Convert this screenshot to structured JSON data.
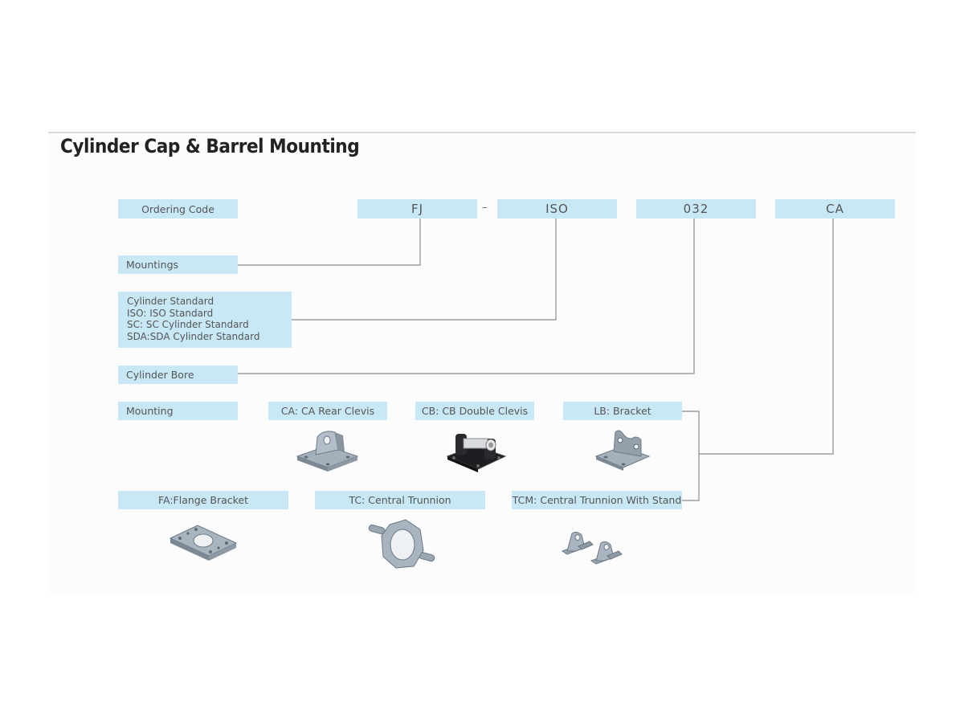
{
  "title": "Cylinder Cap & Barrel Mounting",
  "ordering": {
    "label": "Ordering Code",
    "codes": [
      "FJ",
      "ISO",
      "032",
      "CA"
    ],
    "separator": "–"
  },
  "fields": {
    "mountings": "Mountings",
    "cylinder_standard": [
      "Cylinder Standard",
      "ISO: ISO Standard",
      "SC: SC  Cylinder Standard",
      "SDA:SDA Cylinder Standard"
    ],
    "cylinder_bore": "Cylinder Bore",
    "mounting": "Mounting"
  },
  "mounting_options": [
    {
      "code": "CA",
      "label": "CA: CA Rear Clevis",
      "icon": "rear-clevis-icon"
    },
    {
      "code": "CB",
      "label": "CB: CB Double Clevis",
      "icon": "double-clevis-icon"
    },
    {
      "code": "LB",
      "label": "LB: Bracket",
      "icon": "bracket-icon"
    },
    {
      "code": "FA",
      "label": "FA:Flange Bracket",
      "icon": "flange-bracket-icon"
    },
    {
      "code": "TC",
      "label": "TC: Central Trunnion",
      "icon": "central-trunnion-icon"
    },
    {
      "code": "TCM",
      "label": "TCM: Central Trunnion With Stand",
      "icon": "trunnion-stand-icon"
    }
  ],
  "colors": {
    "box_fill": "#c8e8f6",
    "connector": "#8a8a8a",
    "part_gray": "#9aa6b2"
  }
}
